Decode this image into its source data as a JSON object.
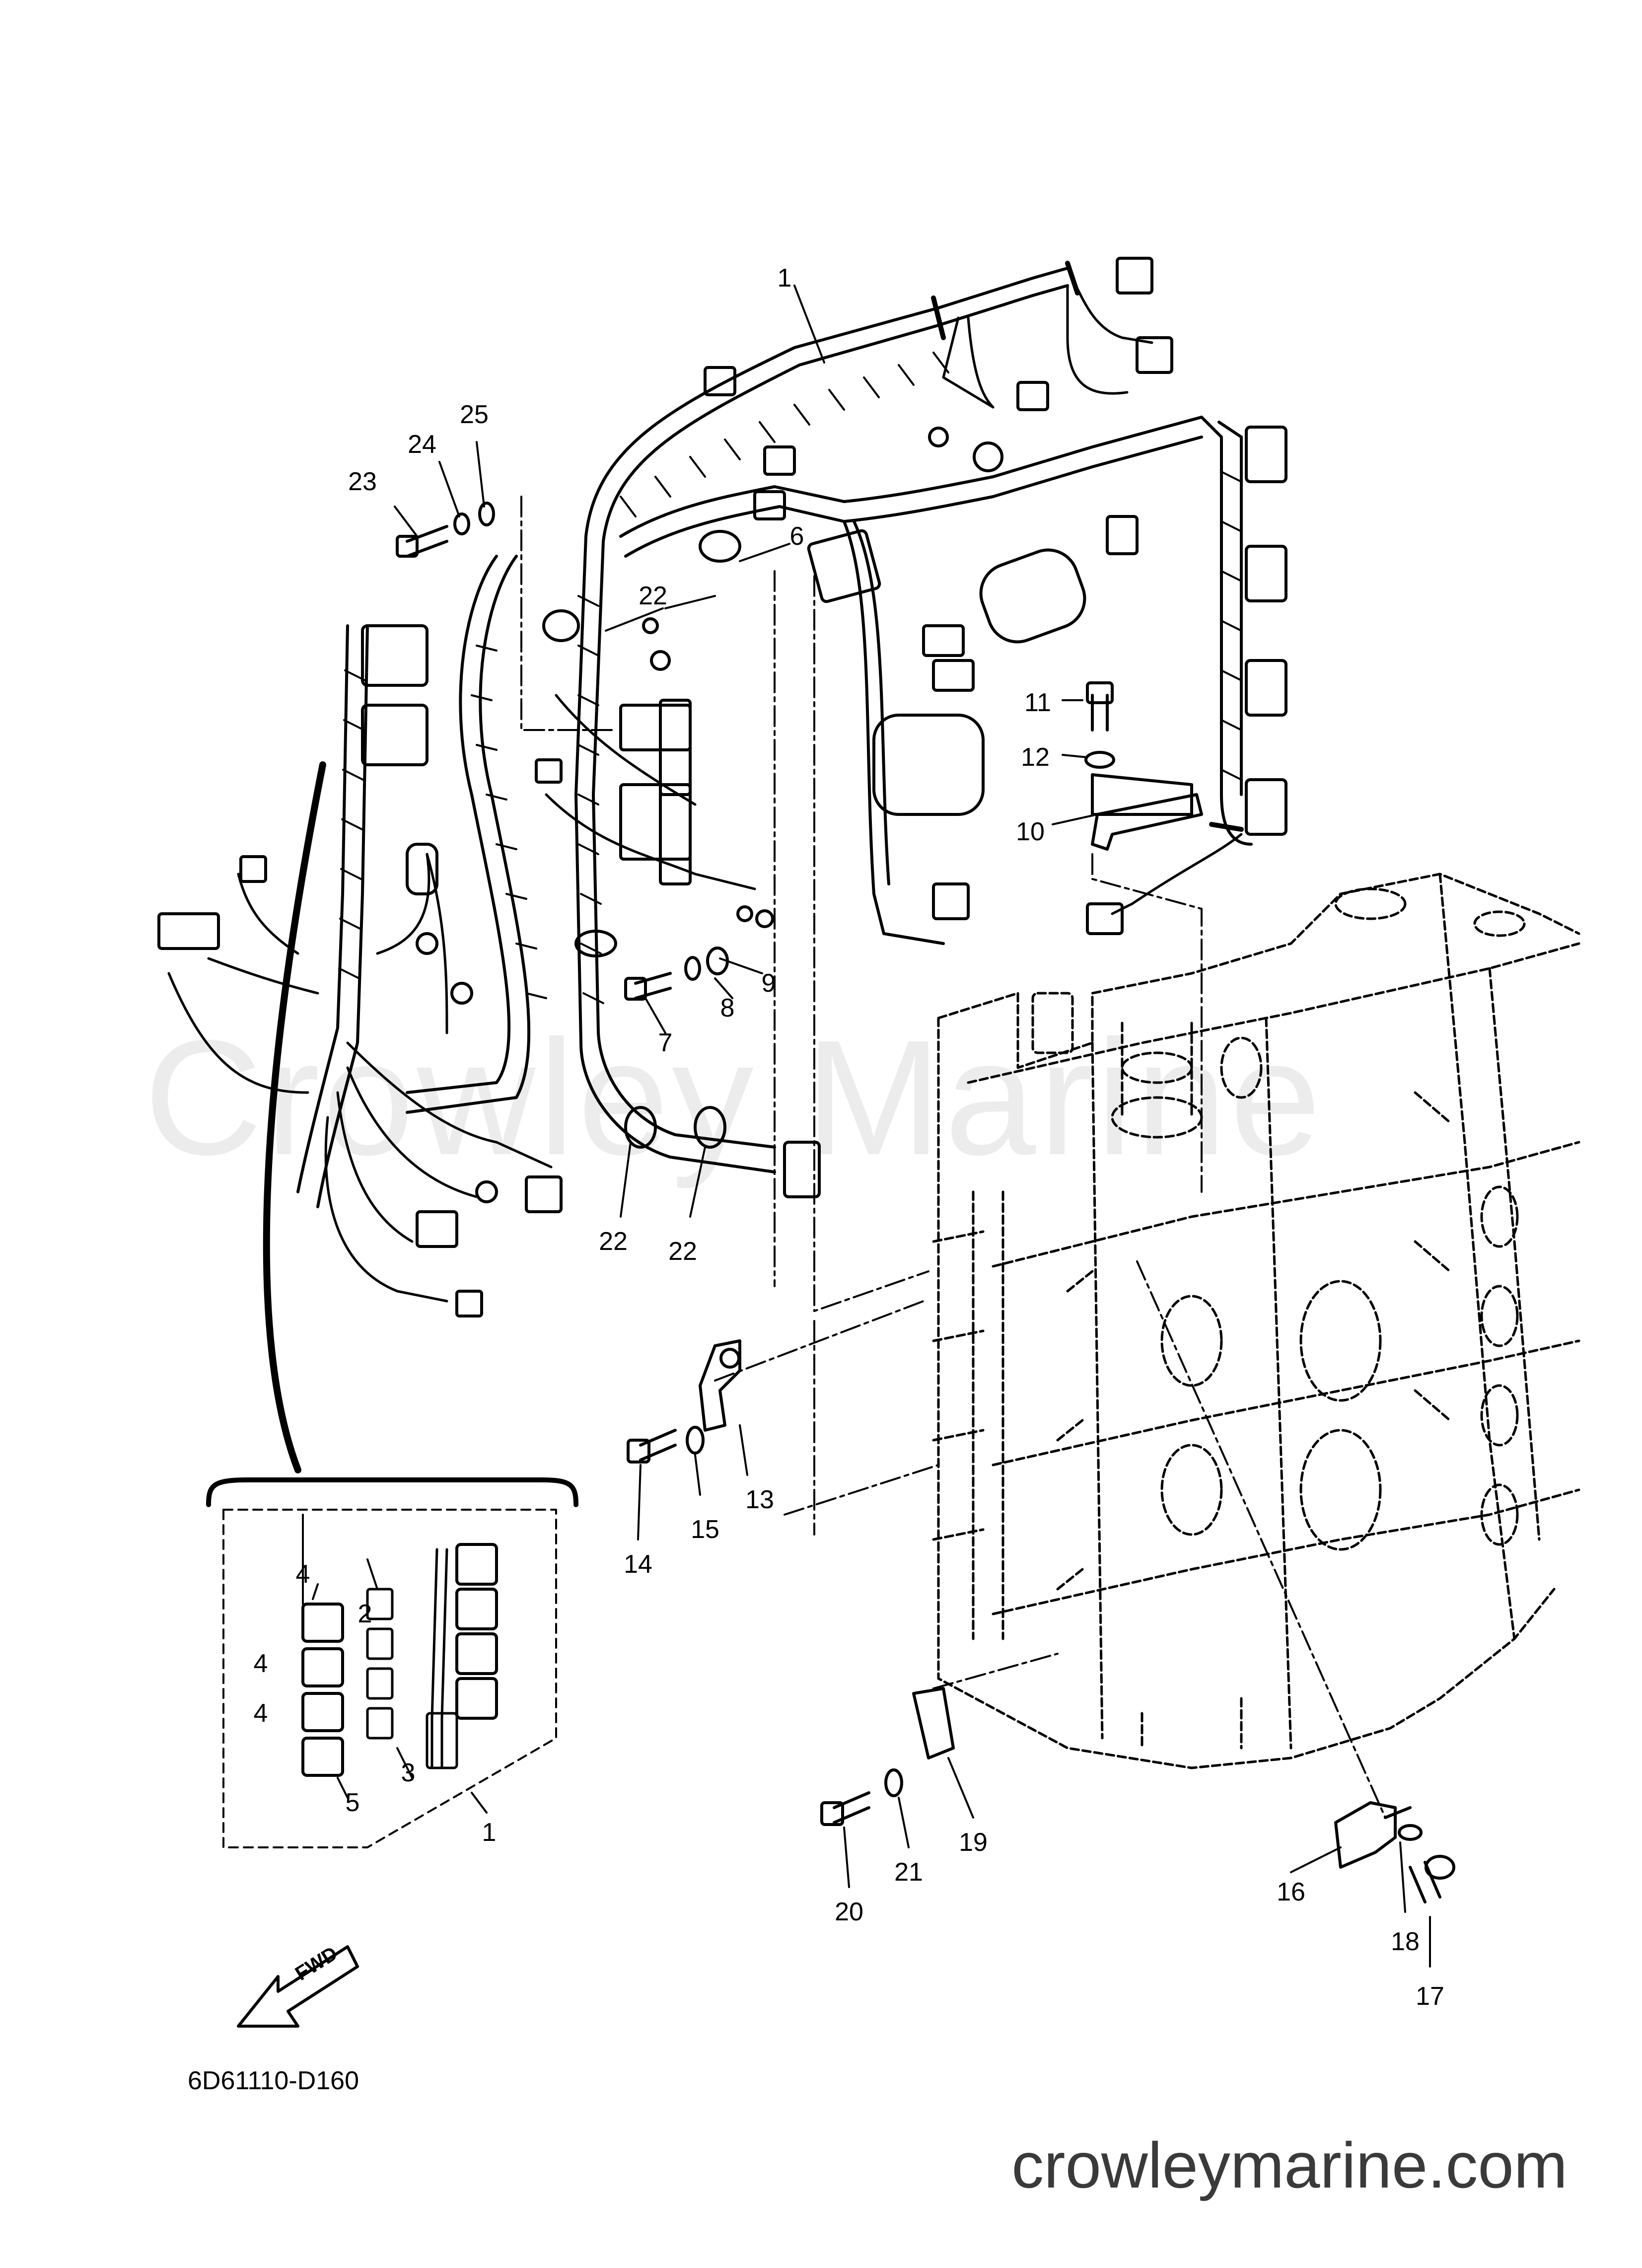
{
  "document": {
    "drawing_code": "6D61110-D160",
    "watermark": "Crowley Marine",
    "site_credit": "crowleymarine.com",
    "fwd_label": "FWD"
  },
  "callouts": {
    "c1_top": "1",
    "c2": "2",
    "c3": "3",
    "c4a": "4",
    "c4b": "4",
    "c4c": "4",
    "c5": "5",
    "c1_inset": "1",
    "c6": "6",
    "c7": "7",
    "c8": "8",
    "c9": "9",
    "c10": "10",
    "c11": "11",
    "c12": "12",
    "c13": "13",
    "c14": "14",
    "c15": "15",
    "c16": "16",
    "c17": "17",
    "c18": "18",
    "c19": "19",
    "c20": "20",
    "c21": "21",
    "c22a": "22",
    "c22b": "22",
    "c22c": "22",
    "c23": "23",
    "c24": "24",
    "c25": "25"
  },
  "colors": {
    "ink": "#000000",
    "paper": "#ffffff",
    "watermark": "#ececec"
  }
}
